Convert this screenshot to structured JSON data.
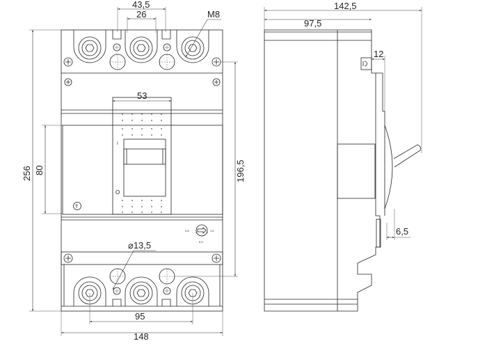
{
  "front_view": {
    "dim_total_height": "256",
    "dim_panel_height": "80",
    "dim_mount_height": "196,5",
    "dim_total_width": "148",
    "dim_terminal_pitch": "95",
    "dim_outer_mount": "43,5",
    "dim_inner_mount": "26",
    "dim_handle_width": "53",
    "thread_label": "M8",
    "hole_label": "⌀13,5",
    "off_symbol": "O",
    "on_symbol": "I",
    "test_symbol": "T",
    "dial_labels": [
      "0,8",
      "1,0",
      "0,9"
    ]
  },
  "side_view": {
    "dim_total_depth": "142,5",
    "dim_body_depth": "97,5",
    "dim_step": "12",
    "dim_cover": "6,5"
  }
}
